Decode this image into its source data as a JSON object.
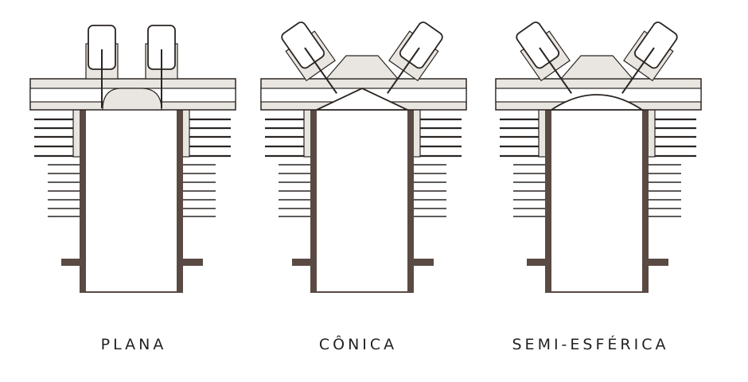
{
  "diagrams": [
    {
      "label": "PLANA",
      "chamber": "flat"
    },
    {
      "label": "CÔNICA",
      "chamber": "conical"
    },
    {
      "label": "SEMI-ESFÉRICA",
      "chamber": "hemispherical"
    }
  ],
  "colors": {
    "ink": "#2a2522",
    "wall": "#5a4a44",
    "stipple": "#e9e6e1",
    "paper": "#ffffff"
  }
}
